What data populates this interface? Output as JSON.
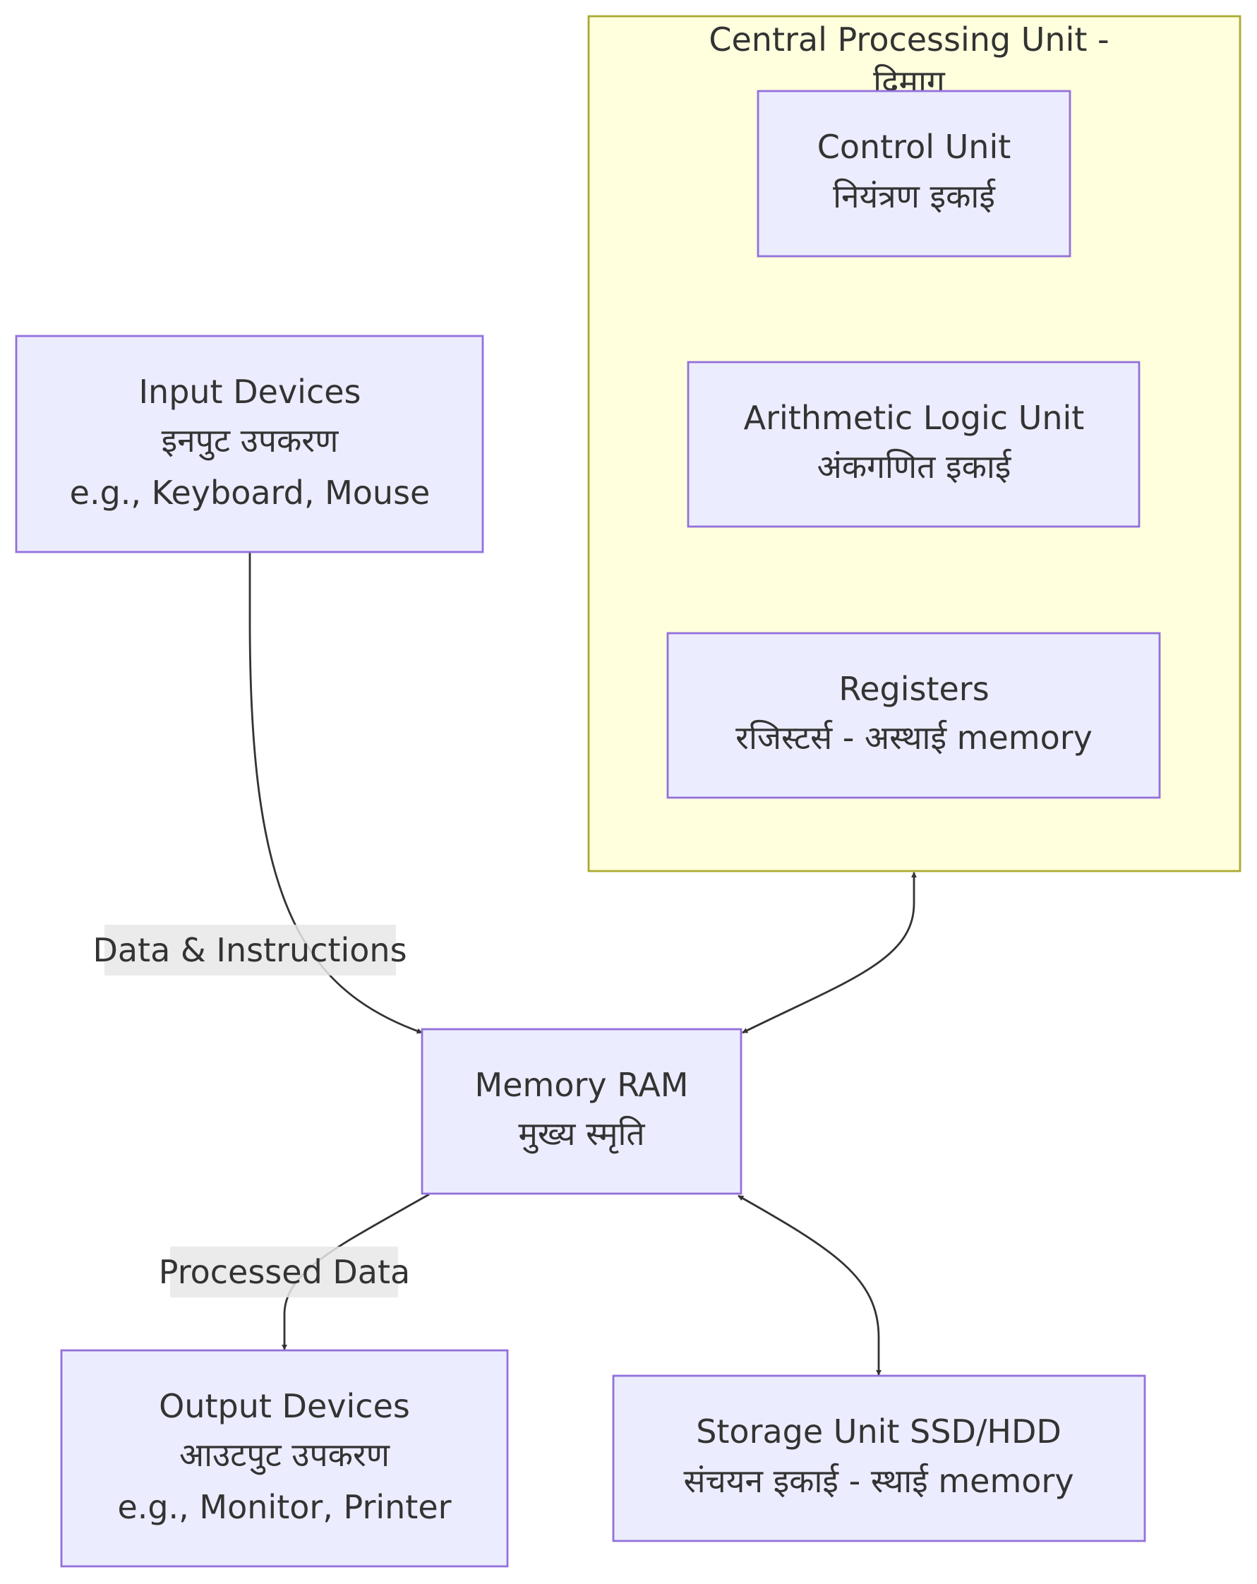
{
  "cluster": {
    "title_line1": "Central Processing Unit -",
    "title_line2": "दिमाग"
  },
  "nodes": {
    "control_unit": {
      "line1": "Control Unit",
      "line2": "नियंत्रण इकाई"
    },
    "alu": {
      "line1": "Arithmetic Logic Unit",
      "line2": "अंकगणित इकाई"
    },
    "registers": {
      "line1": "Registers",
      "line2": "रजिस्टर्स - अस्थाई memory"
    },
    "input": {
      "line1": "Input Devices",
      "line2": "इनपुट उपकरण",
      "line3": "e.g., Keyboard, Mouse"
    },
    "memory": {
      "line1": "Memory RAM",
      "line2": "मुख्य स्मृति"
    },
    "output": {
      "line1": "Output Devices",
      "line2": "आउटपुट उपकरण",
      "line3": "e.g., Monitor, Printer"
    },
    "storage": {
      "line1": "Storage Unit SSD/HDD",
      "line2": "संचयन इकाई - स्थाई memory"
    }
  },
  "edges": {
    "input_to_memory": "Data & Instructions",
    "memory_to_output": "Processed Data"
  }
}
